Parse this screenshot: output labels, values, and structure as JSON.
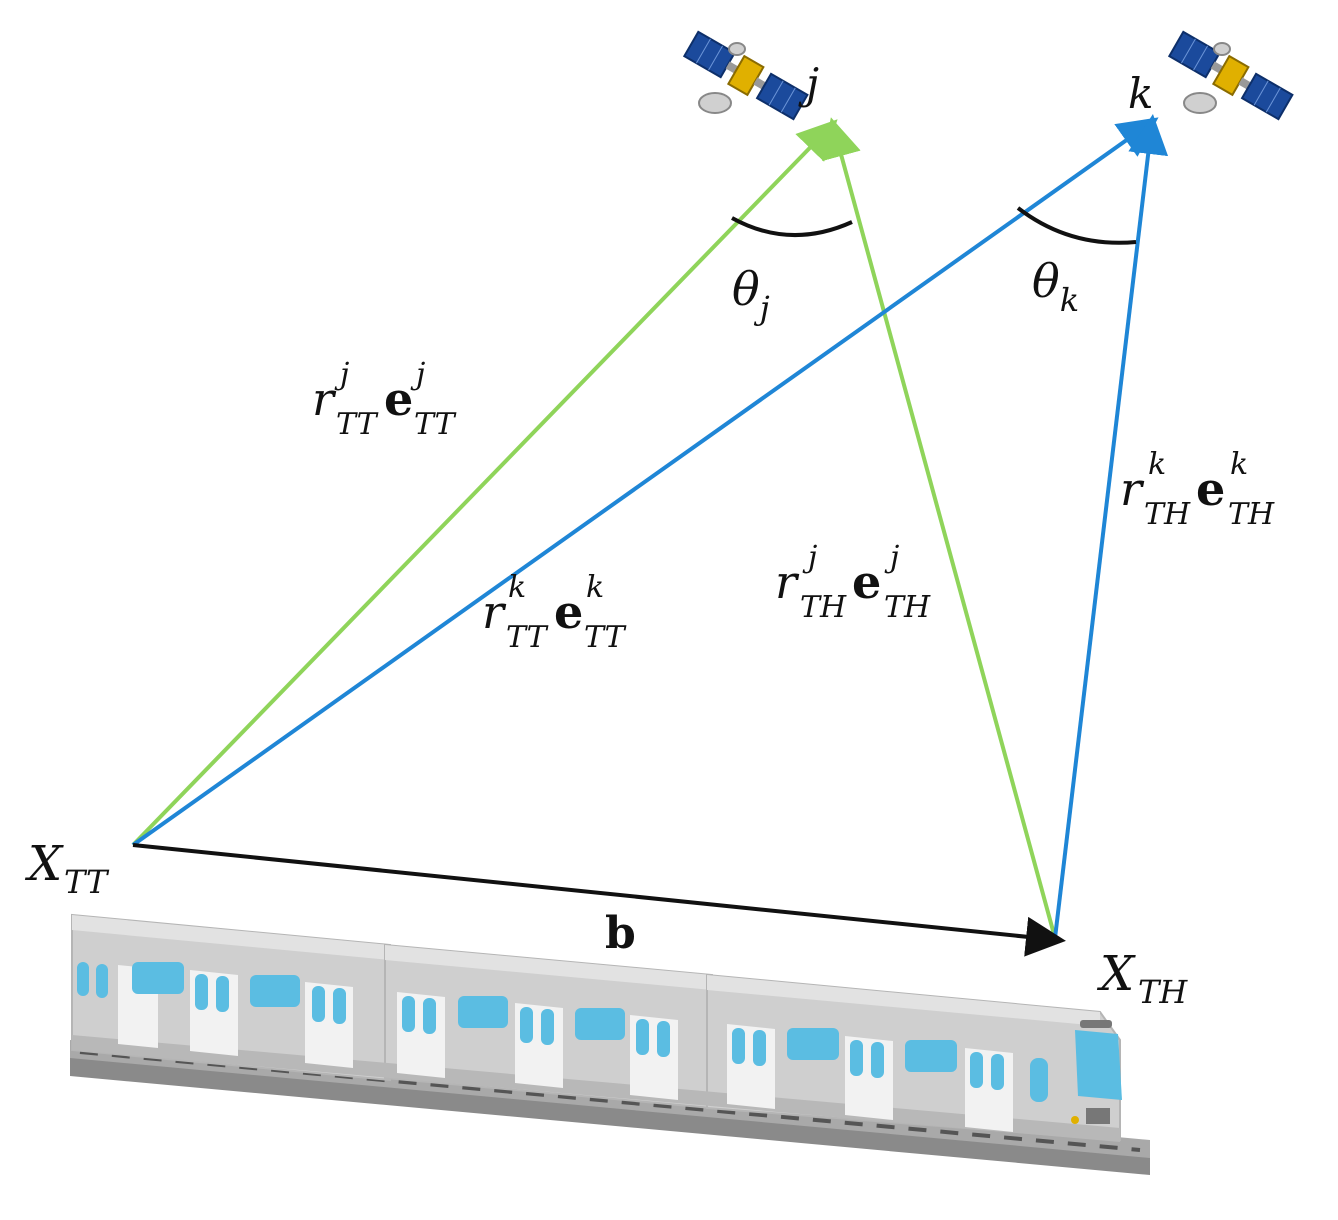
{
  "colors": {
    "green": "#8fd45a",
    "blue": "#1f86d6",
    "black": "#111111",
    "train_body": "#c9c9c9",
    "train_window": "#5bbde2",
    "track": "#9a9a9a"
  },
  "satellites": {
    "j_label": "j",
    "k_label": "k"
  },
  "points": {
    "tt_main": "X",
    "tt_sub": "TT",
    "th_main": "X",
    "th_sub": "TH"
  },
  "baseline": {
    "label": "b"
  },
  "angles": {
    "j_main": "θ",
    "j_sub": "j",
    "k_main": "θ",
    "k_sub": "k"
  },
  "vectors": {
    "tt_j": {
      "r": "r",
      "e": "e",
      "sup": "j",
      "sub": "TT"
    },
    "tt_k": {
      "r": "r",
      "e": "e",
      "sup": "k",
      "sub": "TT"
    },
    "th_j": {
      "r": "r",
      "e": "e",
      "sup": "j",
      "sub": "TH"
    },
    "th_k": {
      "r": "r",
      "e": "e",
      "sup": "k",
      "sub": "TH"
    }
  },
  "icons": [
    "satellite-icon",
    "train-icon"
  ]
}
